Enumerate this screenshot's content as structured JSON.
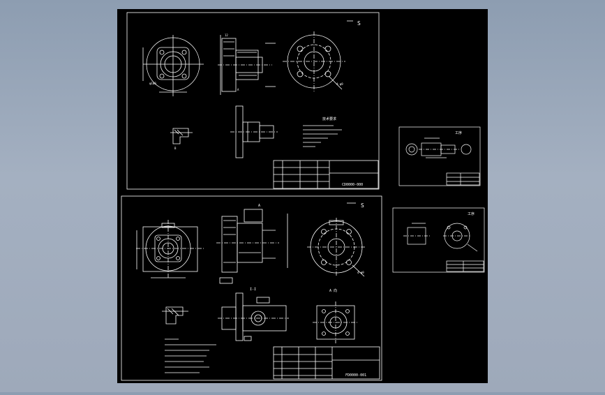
{
  "colors": {
    "background": "#97a5b8",
    "canvas": "#000000",
    "line": "#ffffff"
  },
  "sheet_top": {
    "scale_mark": "S",
    "notes_title": "技术要求",
    "title_block": {
      "drawing_number": "CD0000-000"
    }
  },
  "sheet_bottom": {
    "scale_mark": "S",
    "section_label": "I-I",
    "view_label": "A 向",
    "title_block": {
      "drawing_number": "FD0000-001"
    }
  },
  "sheet_small_1": {
    "label": "工序"
  },
  "sheet_small_2": {
    "label": "工序"
  }
}
